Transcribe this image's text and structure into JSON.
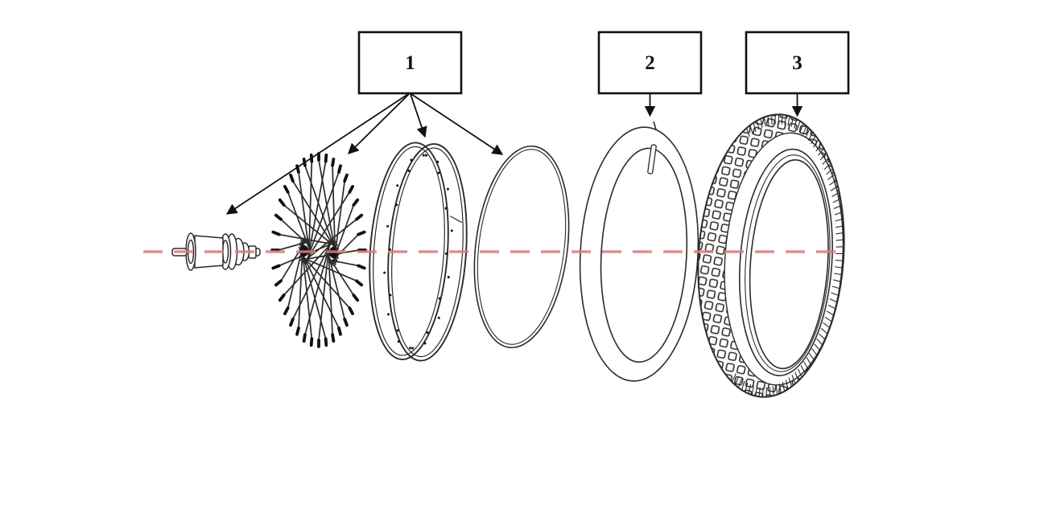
{
  "diagram": {
    "type": "exploded-view-bicycle-wheel",
    "parts": [
      "hub",
      "spoke-set",
      "rim",
      "rim-band",
      "inner-tube",
      "tire"
    ],
    "callouts": [
      {
        "label": "1",
        "arrow_count": 4
      },
      {
        "label": "2",
        "arrow_count": 1
      },
      {
        "label": "3",
        "arrow_count": 1
      }
    ]
  },
  "colors": {
    "ink": "#2b2b2b",
    "redline": "#dd7b7b",
    "background": "#ffffff",
    "box_border": "#111111"
  }
}
